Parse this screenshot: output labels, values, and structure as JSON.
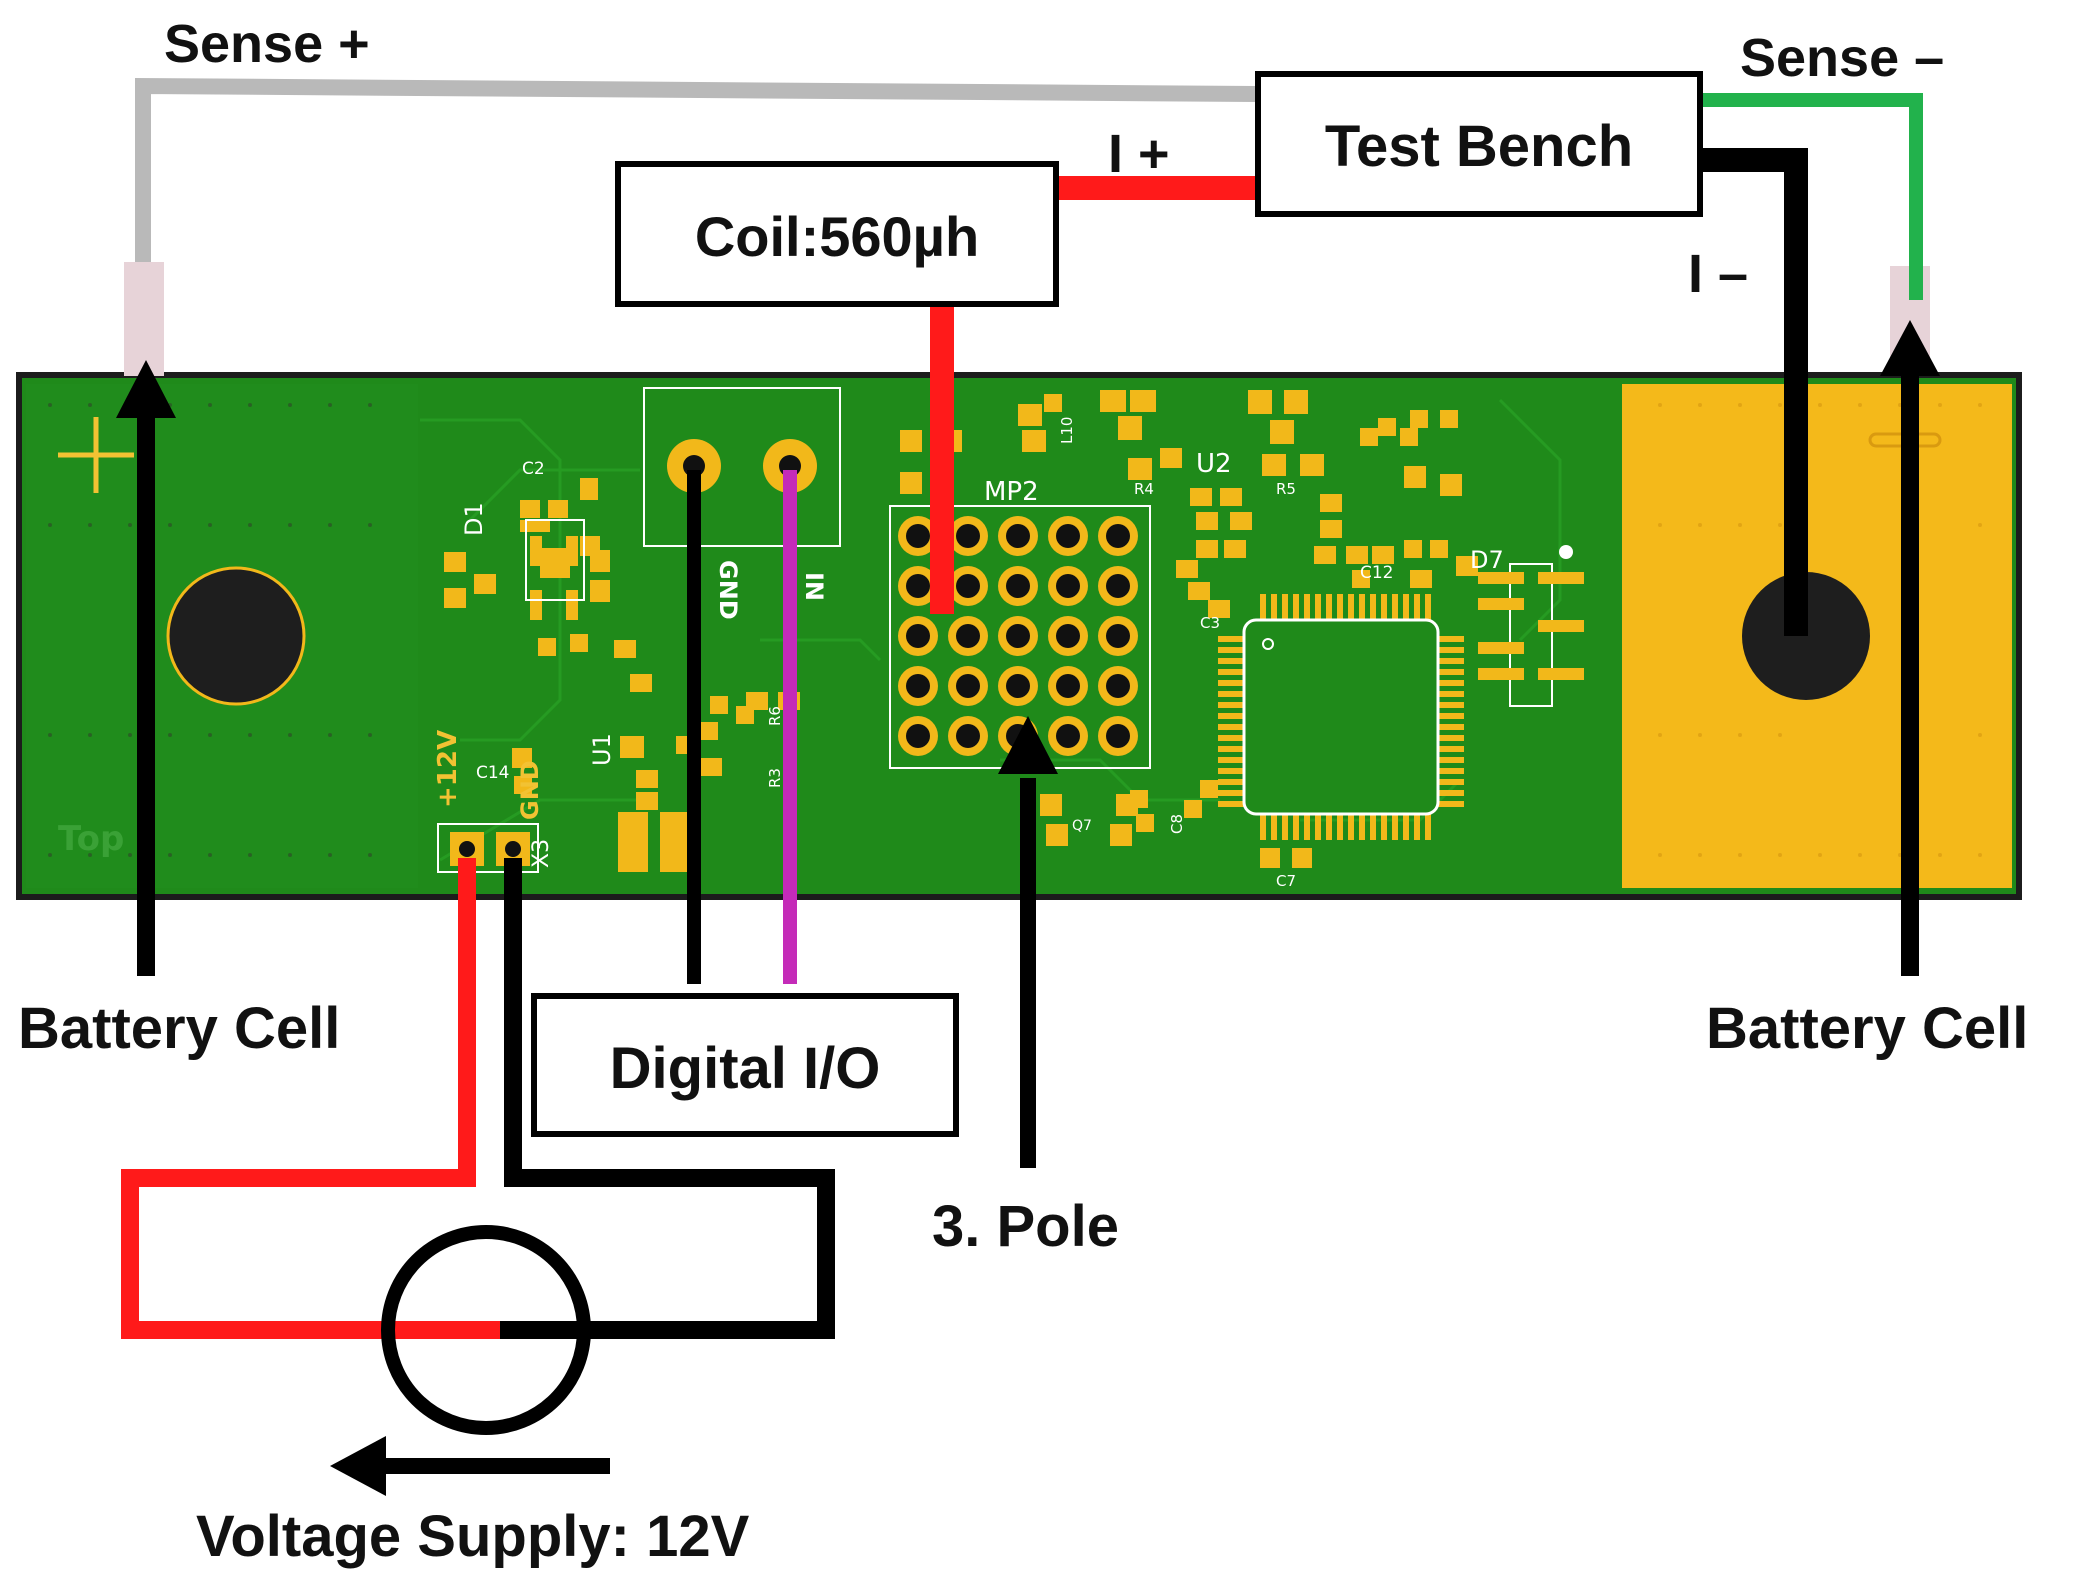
{
  "labels": {
    "sense_plus": "Sense +",
    "sense_minus": "Sense –",
    "test_bench": "Test Bench",
    "i_plus": "I +",
    "i_minus": "I –",
    "coil": "Coil:560µh",
    "battery_cell_left": "Battery Cell",
    "battery_cell_right": "Battery Cell",
    "digital_io": "Digital I/O",
    "third_pole": "3. Pole",
    "voltage_supply": "Voltage Supply: 12V"
  },
  "silkscreen": {
    "plus_12v": "+12V",
    "gnd": "GND",
    "gnd_conn": "GND",
    "in_conn": "IN",
    "mp2": "MP2",
    "u2": "U2",
    "d1": "D1",
    "u1": "U1",
    "d7": "D7",
    "x3": "X3",
    "c14": "C14",
    "c2": "C2",
    "r4": "R4",
    "r5": "R5",
    "c3": "C3",
    "c7": "C7",
    "c8": "C8",
    "c12": "C12",
    "q7": "Q7",
    "l10": "L10",
    "r3": "R3",
    "r6": "R6",
    "top": "Top"
  },
  "colors": {
    "pcb_green": "#1f8a1a",
    "pad_gold": "#f2b81a",
    "wire_red": "#ff1a1a",
    "wire_black": "#000000",
    "wire_grey": "#b9b9b9",
    "wire_green": "#22b24c",
    "wire_magenta": "#c42bb8"
  }
}
